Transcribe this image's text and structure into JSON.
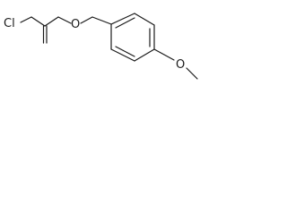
{
  "molecule": {
    "atoms": {
      "chlorine": "Cl",
      "ether_oxygen": "O",
      "methoxy_oxygen": "O"
    }
  }
}
